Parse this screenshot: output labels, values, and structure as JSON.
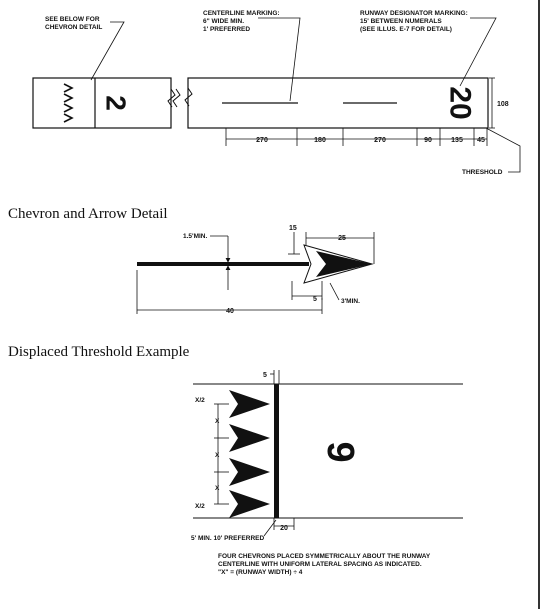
{
  "colors": {
    "ink": "#111111",
    "paper": "#ffffff",
    "rule": "#333333"
  },
  "runway_plan": {
    "chevron_note": [
      "SEE BELOW FOR",
      "CHEVRON DETAIL"
    ],
    "centerline_note": [
      "CENTERLINE MARKING:",
      "6\" WIDE MIN.",
      "1' PREFERRED"
    ],
    "designator_note": [
      "RUNWAY DESIGNATOR MARKING:",
      "15' BETWEEN NUMERALS",
      "(SEE ILLUS. E-7 FOR DETAIL)"
    ],
    "numeral_left": "2",
    "numeral_right": "20",
    "width_dim": "108",
    "dims": [
      "270",
      "180",
      "270",
      "90",
      "135",
      "45"
    ],
    "threshold_label": "THRESHOLD"
  },
  "chevron_detail": {
    "heading": "Chevron and Arrow Detail",
    "min_width_label": "1.5'MIN.",
    "dim_15": "15",
    "dim_25": "25",
    "dim_5": "5",
    "dim_3min": "3'MIN.",
    "dim_40": "40"
  },
  "displaced_threshold": {
    "heading": "Displaced Threshold Example",
    "dim_5": "5",
    "x_half_top": "X/2",
    "x_half_bottom": "X/2",
    "x_marks": [
      "X",
      "X",
      "X"
    ],
    "numeral": "9",
    "preferred_label": "5' MIN. 10' PREFERRED",
    "dim_20": "20",
    "note": [
      "FOUR CHEVRONS PLACED SYMMETRICALLY ABOUT THE RUNWAY",
      "CENTERLINE WITH UNIFORM LATERAL SPACING AS INDICATED.",
      "\"X\" = (RUNWAY WIDTH) ÷ 4"
    ]
  }
}
